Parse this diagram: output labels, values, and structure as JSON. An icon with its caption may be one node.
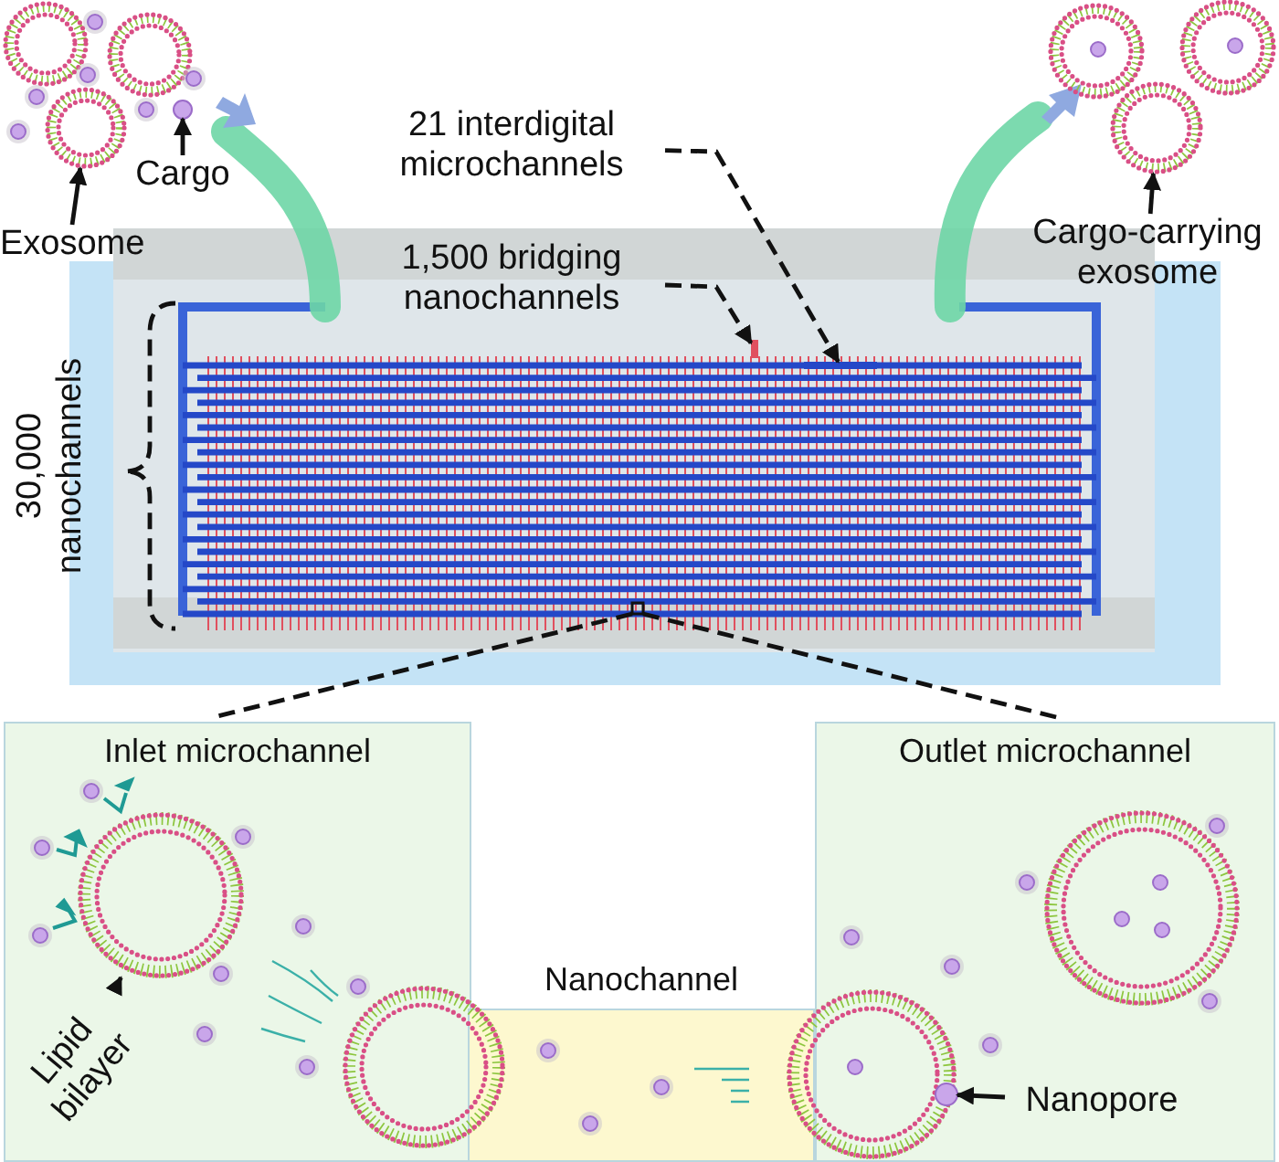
{
  "diagram": {
    "nodes": [
      {
        "text": [
          "Exosome"
        ]
      },
      {
        "text": [
          "Cargo"
        ]
      },
      {
        "text": [
          "21 interdigital microchannels"
        ]
      },
      {
        "text": [
          "1,500 bridging nanochannels"
        ]
      },
      {
        "text": [
          "Cargo-carrying exosome"
        ]
      },
      {
        "text": [
          "Inlet microchannel"
        ]
      },
      {
        "text": [
          "Nanochannel"
        ]
      },
      {
        "text": [
          "Outlet microchannel"
        ]
      },
      {
        "text": [
          "Lipid bilayer"
        ],
        "in": 5
      },
      {
        "text": [
          "Nanopore"
        ],
        "in": 7
      },
      {
        "text": [],
        "shape": "picture"
      },
      {
        "text": [],
        "shape": "circle"
      },
      {
        "text": [],
        "shape": "picture"
      },
      {
        "text": [],
        "shape": "bar"
      },
      {
        "text": [],
        "shape": "bar"
      },
      {
        "text": [],
        "shape": "picture",
        "in": 5
      },
      {
        "text": [],
        "shape": "circle",
        "in": 7
      }
    ],
    "edges": [
      {
        "from": 0,
        "to": 10,
        "arrow": "to"
      },
      {
        "from": 1,
        "to": 11,
        "arrow": "to"
      },
      {
        "from": 4,
        "to": 12,
        "arrow": "to"
      },
      {
        "from": 2,
        "to": 13,
        "arrow": "to",
        "style": "dashed"
      },
      {
        "from": 3,
        "to": 14,
        "arrow": "to",
        "style": "dashed"
      },
      {
        "from": 8,
        "to": 15,
        "arrow": "to"
      },
      {
        "from": 9,
        "to": 16,
        "arrow": "to"
      }
    ],
    "labels": [
      "30,000 nanochannels"
    ]
  }
}
